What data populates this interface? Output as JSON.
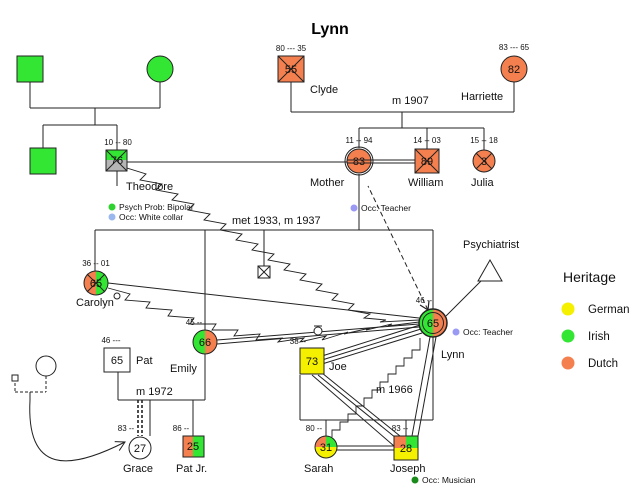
{
  "title": "Lynn",
  "colors": {
    "irish": "#33e633",
    "dutch": "#f5804f",
    "german": "#f4f000",
    "teacher_dot": "#9a9af5",
    "white_collar_dot": "#9ab8ee",
    "psych_dot": "#2fd12f",
    "musician_dot": "#1a8a1a"
  },
  "legend": {
    "title": "Heritage",
    "items": [
      {
        "name": "German",
        "color": "#f4f000"
      },
      {
        "name": "Irish",
        "color": "#33e633"
      },
      {
        "name": "Dutch",
        "color": "#f5804f"
      }
    ]
  },
  "people": {
    "clyde": {
      "name": "Clyde",
      "age": "55",
      "dates": "80 --- 35"
    },
    "harriette": {
      "name": "Harriette",
      "age": "82",
      "dates": "83 --- 65"
    },
    "marriage_1907": "m 1907",
    "theodore": {
      "name": "Theodore",
      "age": "76",
      "dates": "10 -- 80"
    },
    "mother": {
      "name": "Mother",
      "age": "83",
      "dates": "11 -- 94"
    },
    "william": {
      "name": "William",
      "age": "89",
      "dates": "14 -- 03"
    },
    "julia": {
      "name": "Julia",
      "age": "3",
      "dates": "15 -- 18"
    },
    "marriage_1933": "met 1933, m 1937",
    "carolyn": {
      "name": "Carolyn",
      "age": "65",
      "dates": "36 -- 01"
    },
    "emily": {
      "name": "Emily",
      "age": "66",
      "dates": "45 --"
    },
    "lynn": {
      "name": "Lynn",
      "age": "65",
      "dates": "46 --"
    },
    "psychiatrist": {
      "name": "Psychiatrist"
    },
    "pat": {
      "name": "Pat",
      "age": "65",
      "dates": "46 ---"
    },
    "marriage_1972": "m 1972",
    "joe": {
      "name": "Joe",
      "age": "73",
      "dates": "38 --"
    },
    "marriage_1966": "m 1966",
    "grace": {
      "name": "Grace",
      "age": "27",
      "dates": "83 --"
    },
    "patjr": {
      "name": "Pat Jr.",
      "age": "25",
      "dates": "86 --"
    },
    "sarah": {
      "name": "Sarah",
      "age": "31",
      "dates": "80 --"
    },
    "joseph": {
      "name": "Joseph",
      "age": "28",
      "dates": "83 --"
    }
  },
  "notes": {
    "psych_prob": "Psych Prob: Bipolar",
    "occ_white_collar": "Occ: White collar",
    "occ_teacher_mother": "Occ: Teacher",
    "occ_teacher_lynn": "Occ: Teacher",
    "occ_musician": "Occ: Musician"
  }
}
